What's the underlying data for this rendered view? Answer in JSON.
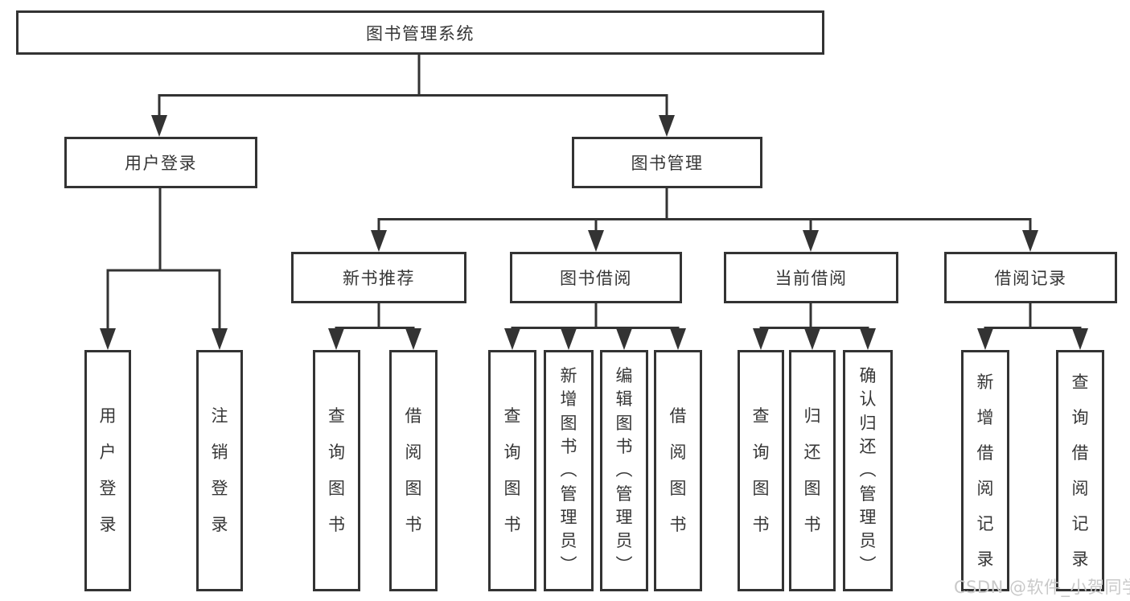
{
  "title": "图书管理系统",
  "watermark": "CSDN @软件_小贺同学",
  "level2": {
    "user_login": "用户登录",
    "book_manage": "图书管理"
  },
  "level3": {
    "new_book": "新书推荐",
    "book_borrow": "图书借阅",
    "current_borrow": "当前借阅",
    "borrow_record": "借阅记录"
  },
  "leaves": [
    {
      "label": "用户登录"
    },
    {
      "label": "注销登录"
    },
    {
      "label": "查询图书"
    },
    {
      "label": "借阅图书"
    },
    {
      "label": "查询图书"
    },
    {
      "label": "新增图书（管理员）"
    },
    {
      "label": "编辑图书（管理员）"
    },
    {
      "label": "借阅图书"
    },
    {
      "label": "查询图书"
    },
    {
      "label": "归还图书"
    },
    {
      "label": "确认归还（管理员）"
    },
    {
      "label": "新增借阅记录"
    },
    {
      "label": "查询借阅记录"
    }
  ]
}
